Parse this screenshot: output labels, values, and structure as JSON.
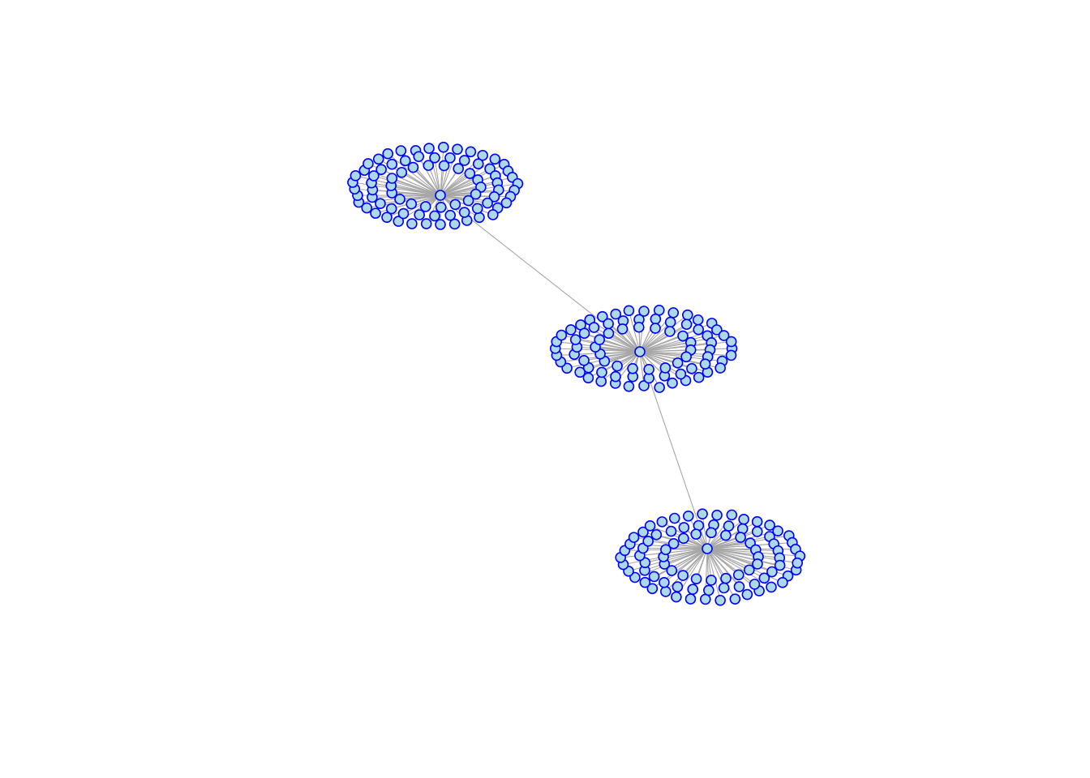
{
  "graph": {
    "type": "network",
    "layout": "star-clusters",
    "edge_color": "#a6a6a6",
    "node_fill": "#add8e6",
    "node_stroke": "#0000ff",
    "clusters": [
      {
        "id": "cluster-a",
        "hub": "hub-a",
        "leaf_count": 80,
        "leaves": {
          "rings": [
            {
              "count": 36,
              "rx": 1.0,
              "ry": 1.0,
              "phase": 0.1
            },
            {
              "count": 26,
              "rx": 0.8,
              "ry": 0.78,
              "phase": 0.25
            },
            {
              "count": 18,
              "rx": 0.55,
              "ry": 0.55,
              "phase": 0.45
            }
          ]
        }
      },
      {
        "id": "cluster-b",
        "hub": "hub-b",
        "leaf_count": 80,
        "leaves": {
          "rings": [
            {
              "count": 36,
              "rx": 1.0,
              "ry": 1.0,
              "phase": 0.0
            },
            {
              "count": 26,
              "rx": 0.8,
              "ry": 0.78,
              "phase": 0.2
            },
            {
              "count": 18,
              "rx": 0.55,
              "ry": 0.55,
              "phase": 0.4
            }
          ]
        }
      },
      {
        "id": "cluster-c",
        "hub": "hub-c",
        "leaf_count": 86,
        "leaves": {
          "rings": [
            {
              "count": 38,
              "rx": 1.0,
              "ry": 1.0,
              "phase": 0.05
            },
            {
              "count": 28,
              "rx": 0.8,
              "ry": 0.78,
              "phase": 0.22
            },
            {
              "count": 20,
              "rx": 0.55,
              "ry": 0.55,
              "phase": 0.4
            }
          ]
        }
      }
    ],
    "bridges": [
      {
        "from": "hub-a",
        "to": "hub-b"
      },
      {
        "from": "hub-b",
        "to": "hub-c"
      }
    ]
  }
}
